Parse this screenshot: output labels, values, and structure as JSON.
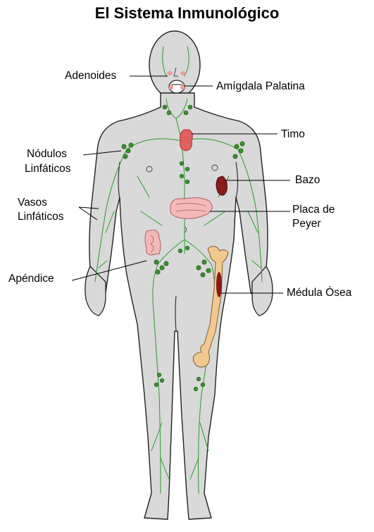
{
  "title": "El Sistema Inmunológico",
  "labels": {
    "adenoides": "Adenoides",
    "amigdala": "Amígdala Palatina",
    "timo": "Timo",
    "nodulos_line1": "Nódulos",
    "nodulos_line2": "Linfáticos",
    "bazo": "Bazo",
    "vasos_line1": "Vasos",
    "vasos_line2": "Linfáticos",
    "placa_line1": "Placa de",
    "placa_line2": "Peyer",
    "apendice": "Apéndice",
    "medula": "Médula Ósea"
  },
  "colors": {
    "body": "#d9d9d9",
    "vessels": "#2a9a2a",
    "nodes": "#3a8f2e",
    "thymus": "#e06060",
    "spleen": "#8b1a1a",
    "intestine": "#f3b8b8",
    "bone": "#f1c98e",
    "marrow": "#8b1a1a"
  }
}
